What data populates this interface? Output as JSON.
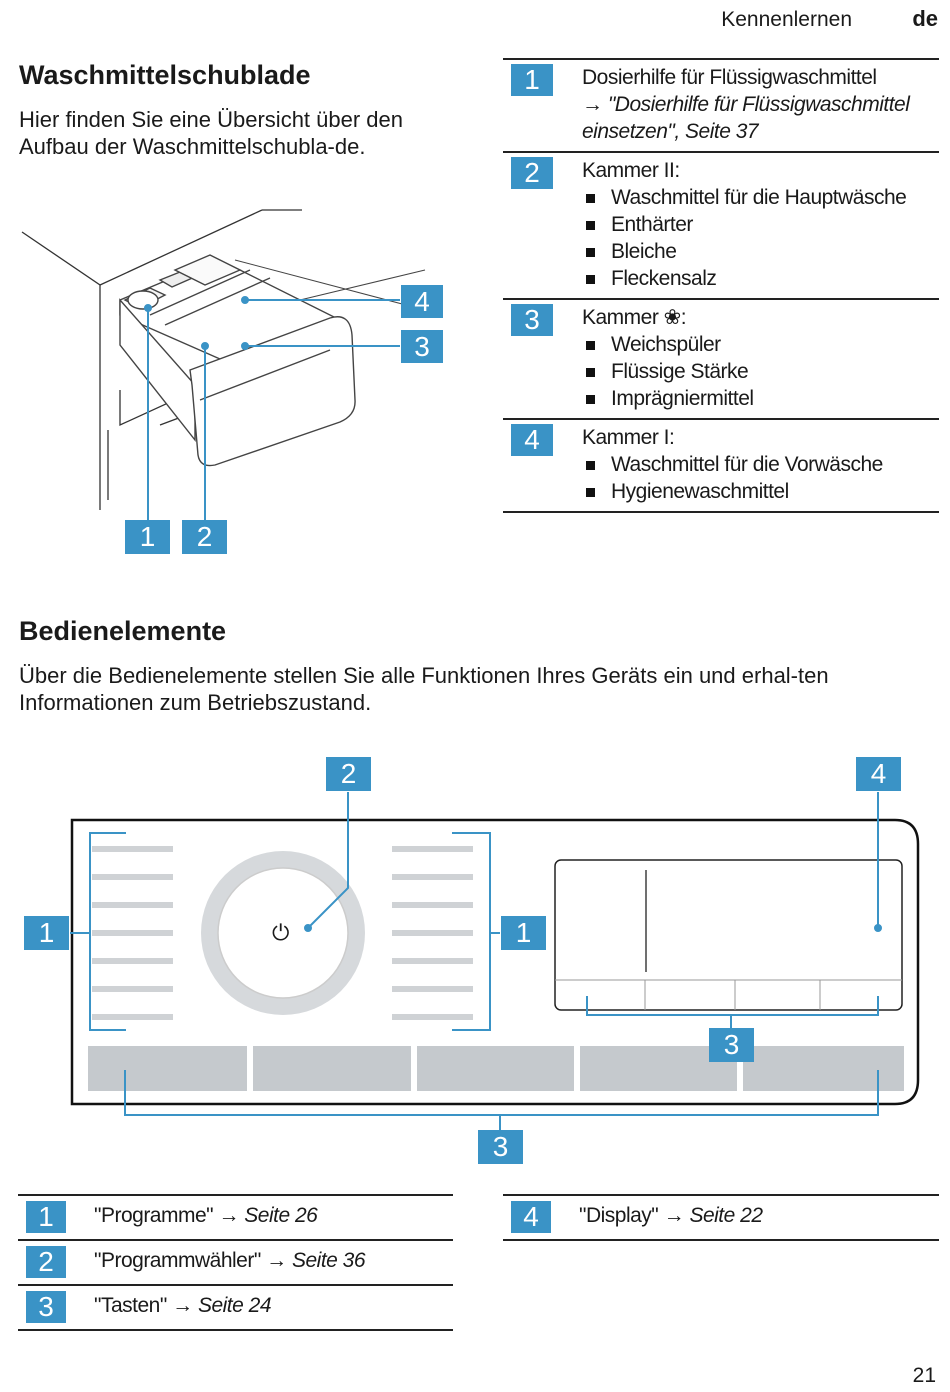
{
  "header": {
    "section": "Kennenlernen",
    "lang": "de"
  },
  "drawer": {
    "title": "Waschmittelschublade",
    "intro": "Hier finden Sie eine Übersicht über den Aufbau der Waschmittelschubla-de.",
    "callouts": [
      "1",
      "2",
      "3",
      "4"
    ],
    "items": [
      {
        "num": "1",
        "line1": "Dosierhilfe für Flüssigwaschmittel",
        "ref": "→ \"Dosierhilfe für Flüssigwaschmittel einsetzen\", Seite 37"
      },
      {
        "num": "2",
        "line1": "Kammer II:",
        "bullets": [
          "Waschmittel für die Hauptwäsche",
          "Enthärter",
          "Bleiche",
          "Fleckensalz"
        ]
      },
      {
        "num": "3",
        "line1": "Kammer ❀:",
        "bullets": [
          "Weichspüler",
          "Flüssige Stärke",
          "Imprägniermittel"
        ]
      },
      {
        "num": "4",
        "line1": "Kammer I:",
        "bullets": [
          "Waschmittel für die Vorwäsche",
          "Hygienewaschmittel"
        ]
      }
    ]
  },
  "controls": {
    "title": "Bedienelemente",
    "intro": "Über die Bedienelemente stellen Sie alle Funktionen Ihres Geräts ein und erhal-ten Informationen zum Betriebszustand.",
    "callouts": {
      "left1": "1",
      "right1": "1",
      "knob": "2",
      "display": "4",
      "buttons_small": "3",
      "buttons_big": "3"
    },
    "power_symbol": "⏻",
    "legend_left": [
      {
        "num": "1",
        "label": "\"Programme\" → ",
        "page": "Seite 26"
      },
      {
        "num": "2",
        "label": "\"Programmwähler\" → ",
        "page": "Seite 36"
      },
      {
        "num": "3",
        "label": "\"Tasten\" → ",
        "page": "Seite 24"
      }
    ],
    "legend_right": [
      {
        "num": "4",
        "label": "\"Display\" → ",
        "page": "Seite 22"
      }
    ]
  },
  "page_number": "21",
  "colors": {
    "accent": "#3a93c6",
    "panel_gray": "#c5c9cd"
  }
}
